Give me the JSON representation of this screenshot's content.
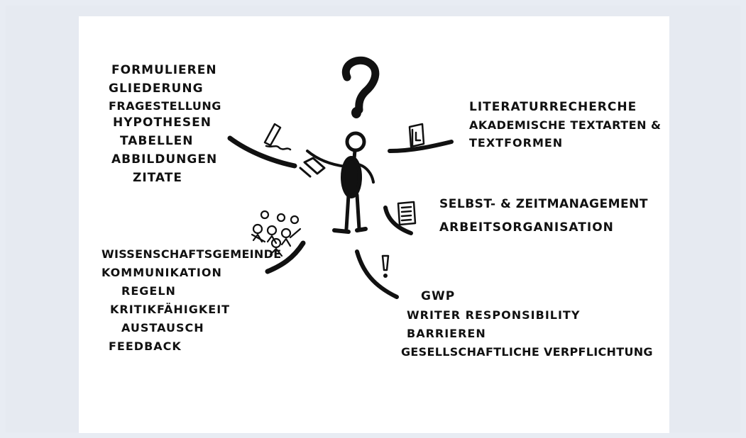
{
  "colors": {
    "ink": "#111111",
    "paper": "#ffffff",
    "background": "#e8ecf3"
  },
  "topics": {
    "writing": {
      "icon": "pen-icon",
      "items": [
        "FORMULIEREN",
        "GLIEDERUNG",
        "FRAGESTELLUNG",
        "HYPOTHESEN",
        "TABELLEN",
        "ABBILDUNGEN",
        "ZITATE"
      ]
    },
    "literature": {
      "icon": "book-icon",
      "items": [
        "LITERATURRECHERCHE",
        "AKADEMISCHE TEXTARTEN &",
        "TEXTFORMEN"
      ]
    },
    "management": {
      "icon": "checklist-icon",
      "items": [
        "SELBST- & ZEITMANAGEMENT",
        "ARBEITSORGANISATION"
      ]
    },
    "community": {
      "icon": "people-group-icon",
      "items": [
        "WISSENSCHAFTSGEMEINDE",
        "KOMMUNIKATION",
        "REGELN",
        "KRITIKFÄHIGKEIT",
        "AUSTAUSCH",
        "FEEDBACK"
      ]
    },
    "responsibility": {
      "icon": "exclamation-icon",
      "items": [
        "GWP",
        "WRITER RESPONSIBILITY",
        "BARRIEREN",
        "GESELLSCHAFTLICHE VERPFLICHTUNG"
      ]
    }
  },
  "center": {
    "figure": "person-figure",
    "symbol": "question-mark-icon"
  }
}
